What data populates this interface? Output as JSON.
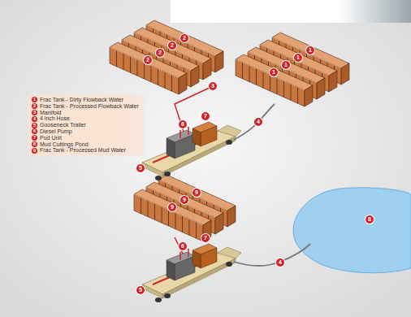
{
  "diagram": {
    "labels": [
      "2",
      "2",
      "2",
      "2",
      "1",
      "1",
      "1",
      "1",
      "3",
      "4",
      "6",
      "7",
      "5",
      "9",
      "9",
      "9",
      "8",
      "6",
      "7",
      "5",
      "4",
      "1",
      "2",
      "3",
      "4",
      "5",
      "6",
      "7",
      "8",
      "9"
    ],
    "legend": [
      {
        "text": "Frac Tank - Dirty Flowback Water"
      },
      {
        "text": "Frac Tank - Processed Flowback Water"
      },
      {
        "text": "Manifold"
      },
      {
        "text": "4 inch Hose"
      },
      {
        "text": "Gooseneck Trailer"
      },
      {
        "text": "Diesel Pump"
      },
      {
        "text": "Pod Unit"
      },
      {
        "text": "Mud Cuttings Pond"
      },
      {
        "text": "Frac Tank - Processed Mud Water"
      }
    ]
  }
}
